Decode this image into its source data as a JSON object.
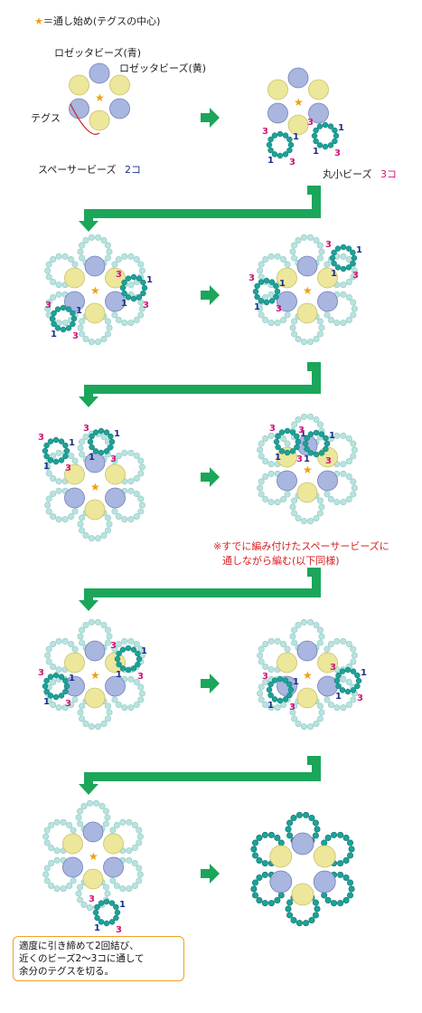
{
  "legend": {
    "star_icon": "★",
    "text": "＝通し始め(テグスの中心)"
  },
  "labels": {
    "rosette_blue": "ロゼッタビーズ(青)",
    "rosette_yellow": "ロゼッタビーズ(黄)",
    "tegusu": "テグス",
    "spacer": "スペーサービーズ",
    "spacer_count": "2コ",
    "round_small": "丸小ビーズ",
    "round_count": "3コ"
  },
  "note": {
    "line1": "※すでに編み付けたスペーサービーズに",
    "line2": "通しながら編む(以下同様)"
  },
  "callout": {
    "line1": "適度に引き締めて2回結び、",
    "line2": "近くのビーズ2〜3コに通して",
    "line3": "余分のテグスを切る。"
  },
  "counts": {
    "one": "1",
    "three": "3"
  },
  "colors": {
    "arrow_green": "#1ba65a",
    "blue_bead": "#a9b6e0",
    "yellow_bead": "#ece79a",
    "teal": "#1aa39a",
    "ring_light": "#b9e3df",
    "red_line": "#d62020",
    "star": "#f0a010"
  }
}
